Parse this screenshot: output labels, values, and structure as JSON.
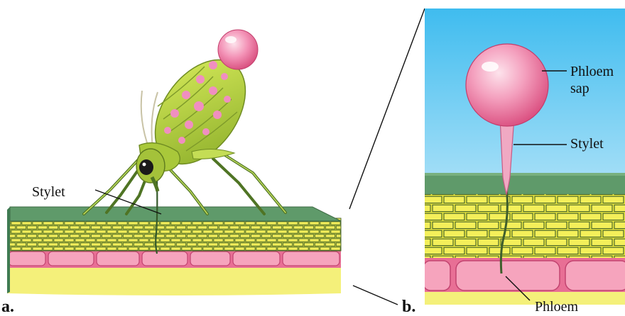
{
  "panels": [
    {
      "letter": "a.",
      "labels": {
        "stylet": "Stylet"
      }
    },
    {
      "letter": "b.",
      "labels": {
        "phloem_sap": [
          "Phloem",
          "sap"
        ],
        "stylet": "Stylet",
        "phloem": "Phloem"
      }
    }
  ],
  "colors": {
    "sky_top": "#3fbcef",
    "sky_bottom": "#e9f6fc",
    "leaf_surface": "#5f9a6a",
    "leaf_cells": "#e6e23c",
    "phloem_cells": "#ee7f9f",
    "phloem_layer": "#f3f07a",
    "aphid_body": "#b9d63a",
    "aphid_spots": "#f08fc0",
    "sap_droplet": "#f06f9a"
  }
}
